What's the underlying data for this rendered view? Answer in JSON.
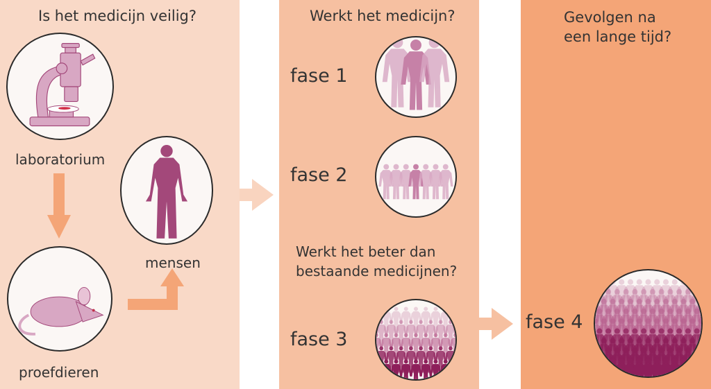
{
  "colors": {
    "panel1": "#f9d9c7",
    "panel2": "#f6c0a1",
    "panel3": "#f4a577",
    "arrow": "#f4a577",
    "arrow_light": "#f9d4bf",
    "figure": "#a3487a",
    "figure_light": "#d8a7c3"
  },
  "panel1": {
    "title": "Is het medicijn veilig?",
    "laboratory_label": "laboratorium",
    "animals_label": "proefdieren",
    "humans_label": "mensen"
  },
  "panel2": {
    "title": "Werkt het medicijn?",
    "phase1": "fase 1",
    "phase2": "fase 2",
    "subtitle_line1": "Werkt het beter dan",
    "subtitle_line2": "bestaande medicijnen?",
    "phase3": "fase 3"
  },
  "panel3": {
    "title_line1": "Gevolgen na",
    "title_line2": "een lange tijd?",
    "phase4": "fase 4"
  }
}
